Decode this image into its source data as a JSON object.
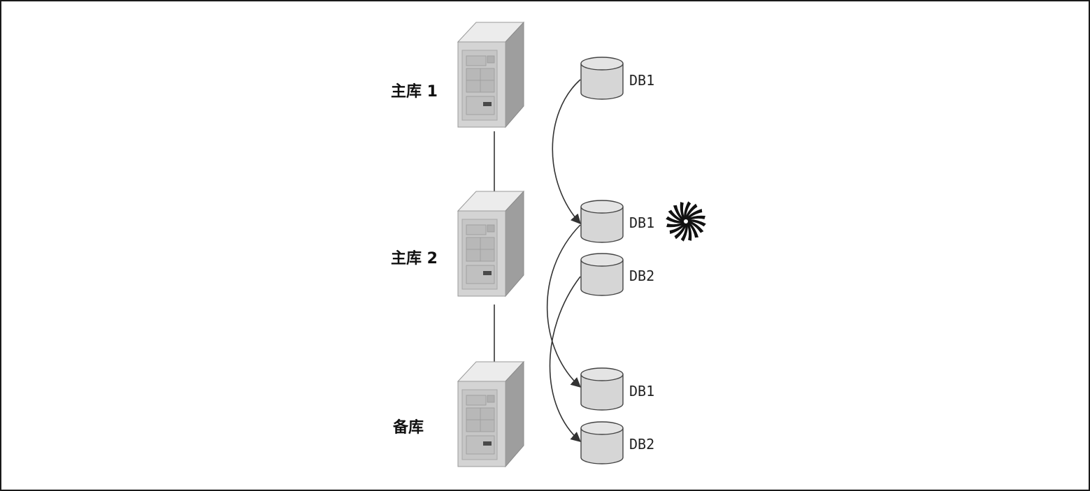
{
  "servers": [
    {
      "label": "主库 1"
    },
    {
      "label": "主库 2"
    },
    {
      "label": "备库"
    }
  ],
  "databases": [
    {
      "label": "DB1"
    },
    {
      "label": "DB1"
    },
    {
      "label": "DB2"
    },
    {
      "label": "DB1"
    },
    {
      "label": "DB2"
    }
  ],
  "failure_marker": {
    "icon": "failure-burst-icon"
  },
  "colors": {
    "line": "#333333",
    "server_front": "#d4d4d4",
    "server_side": "#9e9e9e",
    "server_top": "#ececec",
    "db_fill": "#d6d6d6"
  }
}
